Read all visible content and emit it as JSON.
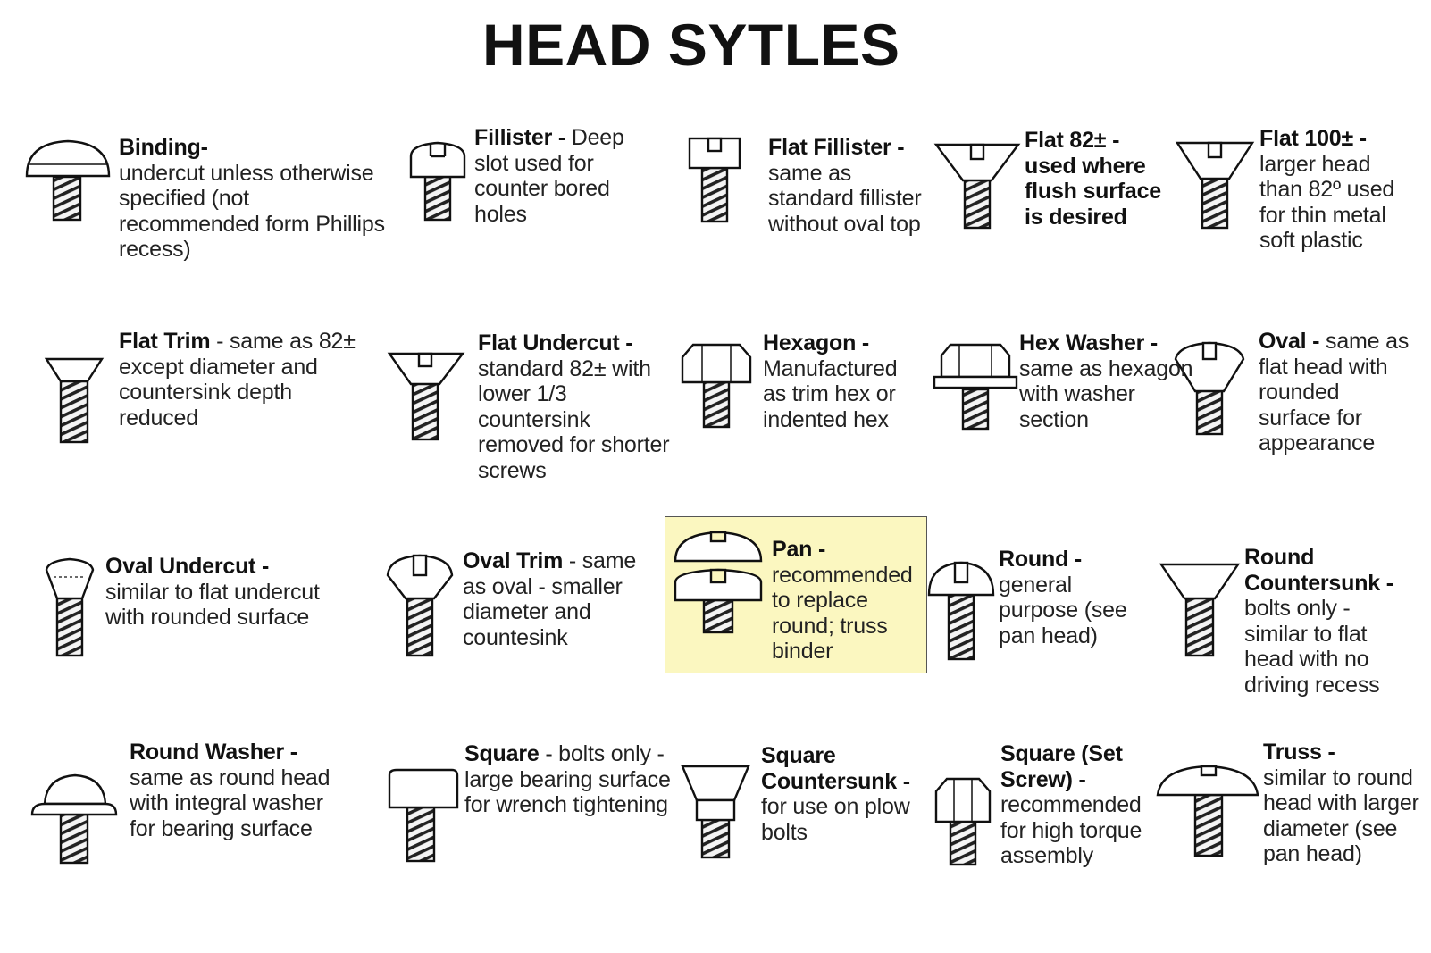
{
  "title": "HEAD SYTLES",
  "colors": {
    "highlight": "#fbf7c0",
    "ink": "#111111"
  },
  "heads": [
    {
      "name": "Binding-",
      "desc": "undercut unless otherwise specified (not recommended form Phillips recess)",
      "bold_desc": false
    },
    {
      "name": "Fillister -",
      "desc": "Deep slot used for counter bored holes",
      "bold_desc": false
    },
    {
      "name": "Flat Fillister -",
      "desc": "same as standard fillister without oval top",
      "bold_desc": false
    },
    {
      "name": "Flat 82± -",
      "desc": "used where flush surface is desired",
      "bold_desc": true
    },
    {
      "name": "Flat 100± -",
      "desc": "larger head than 82º used for thin metal soft plastic",
      "bold_desc": false
    },
    {
      "name": "Flat Trim",
      "desc": "- same as 82± except diameter and countersink depth reduced",
      "bold_desc": false
    },
    {
      "name": "Flat Undercut -",
      "desc": "standard 82± with lower 1/3 countersink removed for shorter screws",
      "bold_desc": false
    },
    {
      "name": "Hexagon -",
      "desc": "Manufactured as trim hex or indented hex",
      "bold_desc": false
    },
    {
      "name": "Hex Washer -",
      "desc": "same as hexagon with washer section",
      "bold_desc": false
    },
    {
      "name": "Oval -",
      "desc": "same as flat head with rounded surface for appearance",
      "bold_desc": false
    },
    {
      "name": "Oval Undercut -",
      "desc": "similar to flat undercut with rounded surface",
      "bold_desc": false
    },
    {
      "name": "Oval Trim",
      "desc": "- same as oval - smaller diameter and countesink",
      "bold_desc": false
    },
    {
      "name": "Pan -",
      "desc": "recommended to replace round; truss binder",
      "bold_desc": false,
      "highlighted": true
    },
    {
      "name": "Round -",
      "desc": "general purpose (see pan head)",
      "bold_desc": false
    },
    {
      "name": "Round Countersunk -",
      "desc": "bolts only - similar to flat head with no driving recess",
      "bold_desc": false
    },
    {
      "name": "Round Washer -",
      "desc": "same as round head with integral washer for bearing surface",
      "bold_desc": false
    },
    {
      "name": "Square",
      "desc": "- bolts only - large bearing surface for wrench tightening",
      "bold_desc": false
    },
    {
      "name": "Square Countersunk -",
      "desc": "for use on plow bolts",
      "bold_desc": false
    },
    {
      "name": "Square (Set Screw) -",
      "desc": "recommended for high torque assembly",
      "bold_desc": false
    },
    {
      "name": "Truss -",
      "desc": "similar to round head with larger diameter (see pan head)",
      "bold_desc": false
    }
  ]
}
